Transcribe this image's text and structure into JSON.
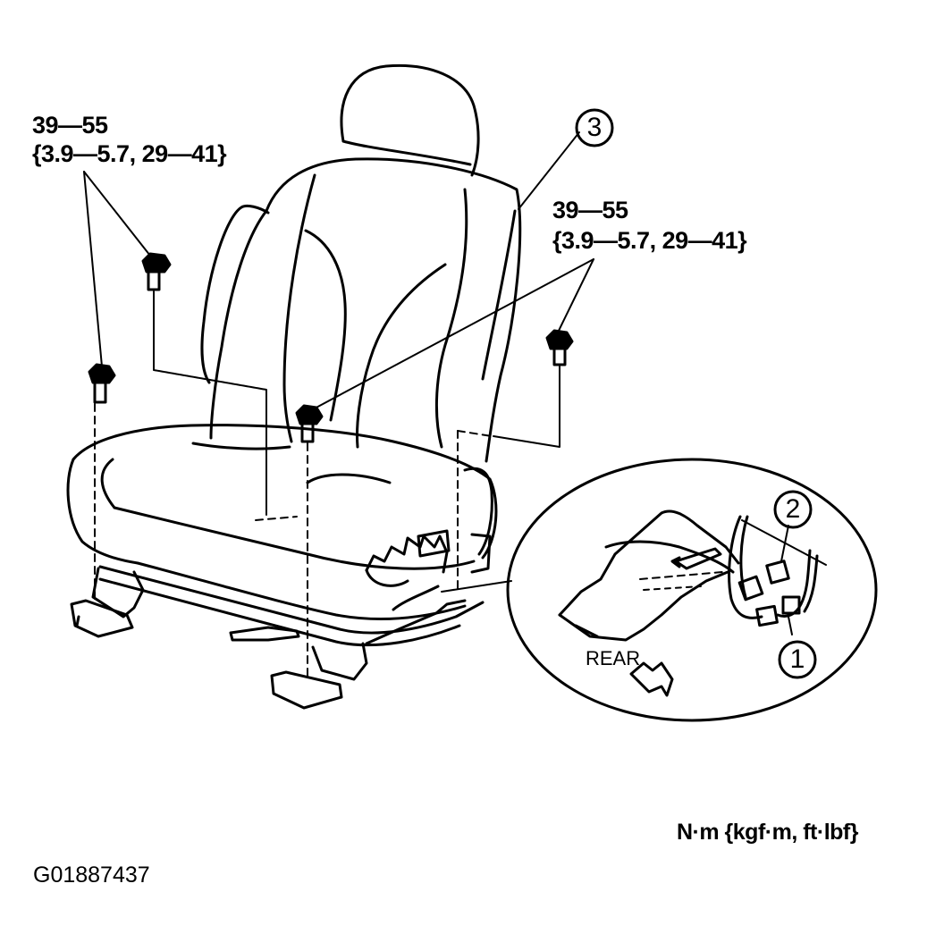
{
  "torque_left": {
    "line1": "39—55",
    "line2": "{3.9—5.7, 29—41}"
  },
  "torque_right": {
    "line1": "39—55",
    "line2": "{3.9—5.7, 29—41}"
  },
  "unit_label": "N·m {kgf·m, ft·lbf}",
  "figure_id": "G01887437",
  "rear_label": "REAR",
  "callouts": {
    "c1": "1",
    "c2": "2",
    "c3": "3"
  }
}
